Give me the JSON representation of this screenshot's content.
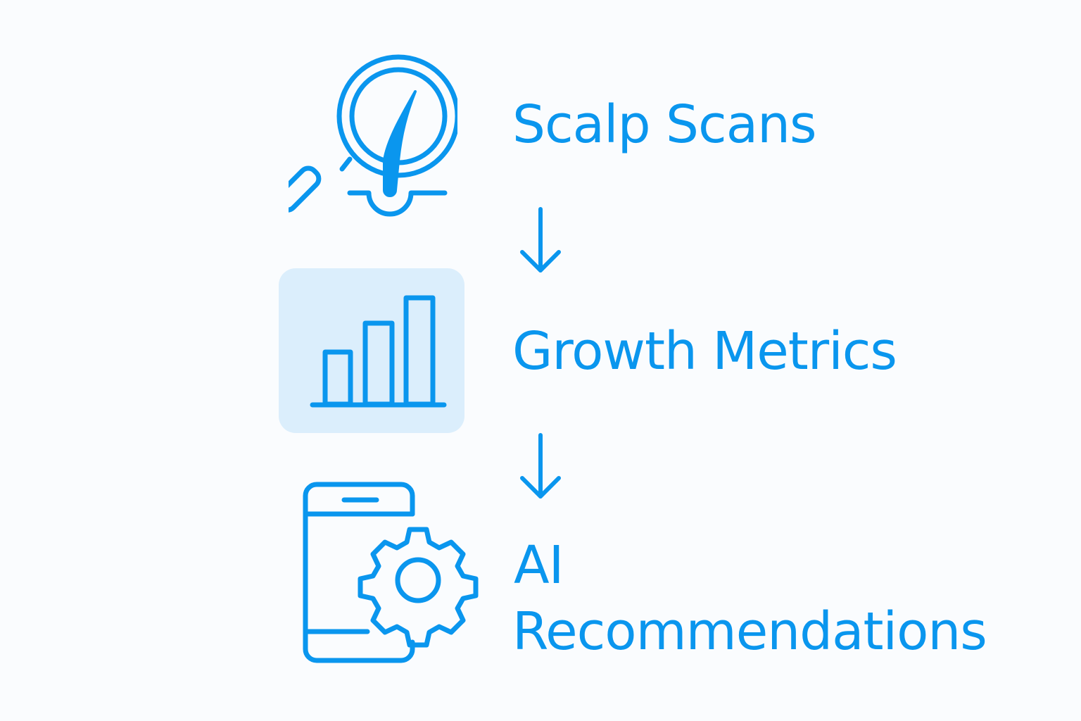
{
  "accent_color": "#0a96ee",
  "steps": [
    {
      "label": "Scalp Scans",
      "icon": "magnifier-hair-follicle-icon"
    },
    {
      "label": "Growth Metrics",
      "icon": "bar-chart-icon"
    },
    {
      "label_line1": "AI",
      "label_line2": "Recommendations",
      "icon": "phone-gear-icon"
    }
  ]
}
